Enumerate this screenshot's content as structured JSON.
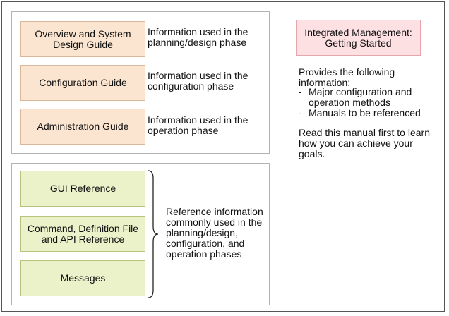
{
  "guides": [
    {
      "title": "Overview and System\nDesign Guide",
      "description": "Information used in the\nplanning/design phase"
    },
    {
      "title": "Configuration Guide",
      "description": "Information used in the\nconfiguration phase"
    },
    {
      "title": "Administration Guide",
      "description": "Information used in the\noperation phase"
    }
  ],
  "references": [
    {
      "title": "GUI Reference"
    },
    {
      "title": "Command, Definition File\nand API Reference"
    },
    {
      "title": "Messages"
    }
  ],
  "reference_description": "Reference information\ncommonly used in the\nplanning/design,\nconfiguration, and\noperation phases",
  "manual": {
    "title": "Integrated Management:\nGetting Started",
    "intro": "Provides the following\ninformation:",
    "items": [
      "Major configuration and\noperation methods",
      "Manuals to be referenced"
    ],
    "closing": "Read this manual first to learn\nhow you can achieve your\ngoals."
  },
  "colors": {
    "guide_fill": "#fbe5d0",
    "reference_fill": "#ebf1c9",
    "manual_fill": "#fde0e2"
  }
}
